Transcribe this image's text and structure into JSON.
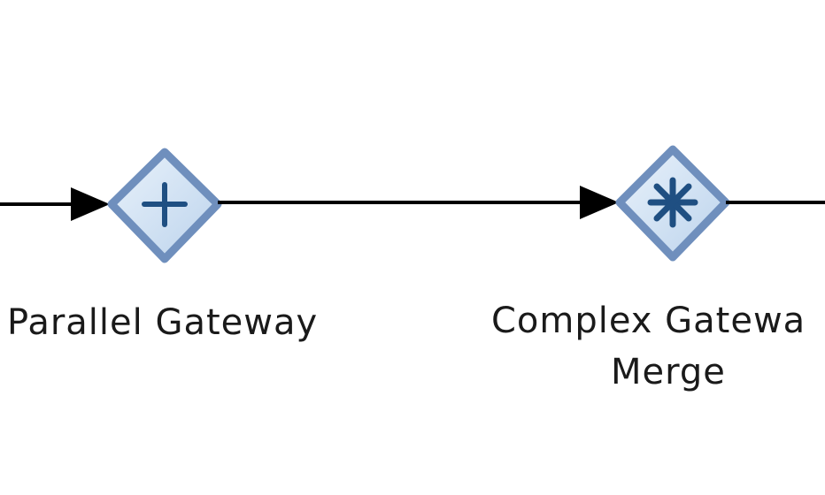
{
  "diagram": {
    "nodes": [
      {
        "id": "parallel-gateway",
        "type": "parallel",
        "label": "Parallel Gateway",
        "symbol": "plus-icon"
      },
      {
        "id": "complex-gateway-merge",
        "type": "complex",
        "label_line1": "Complex Gatewa",
        "label_line2": "Merge",
        "symbol": "asterisk-icon"
      }
    ],
    "edges": [
      {
        "from": "left-offscreen",
        "to": "parallel-gateway"
      },
      {
        "from": "parallel-gateway",
        "to": "complex-gateway-merge"
      },
      {
        "from": "complex-gateway-merge",
        "to": "right-offscreen"
      }
    ],
    "colors": {
      "gateway_fill": "#d6e6f5",
      "gateway_stroke": "#6f8fbd",
      "symbol": "#1f4f82",
      "edge": "#000000"
    }
  }
}
